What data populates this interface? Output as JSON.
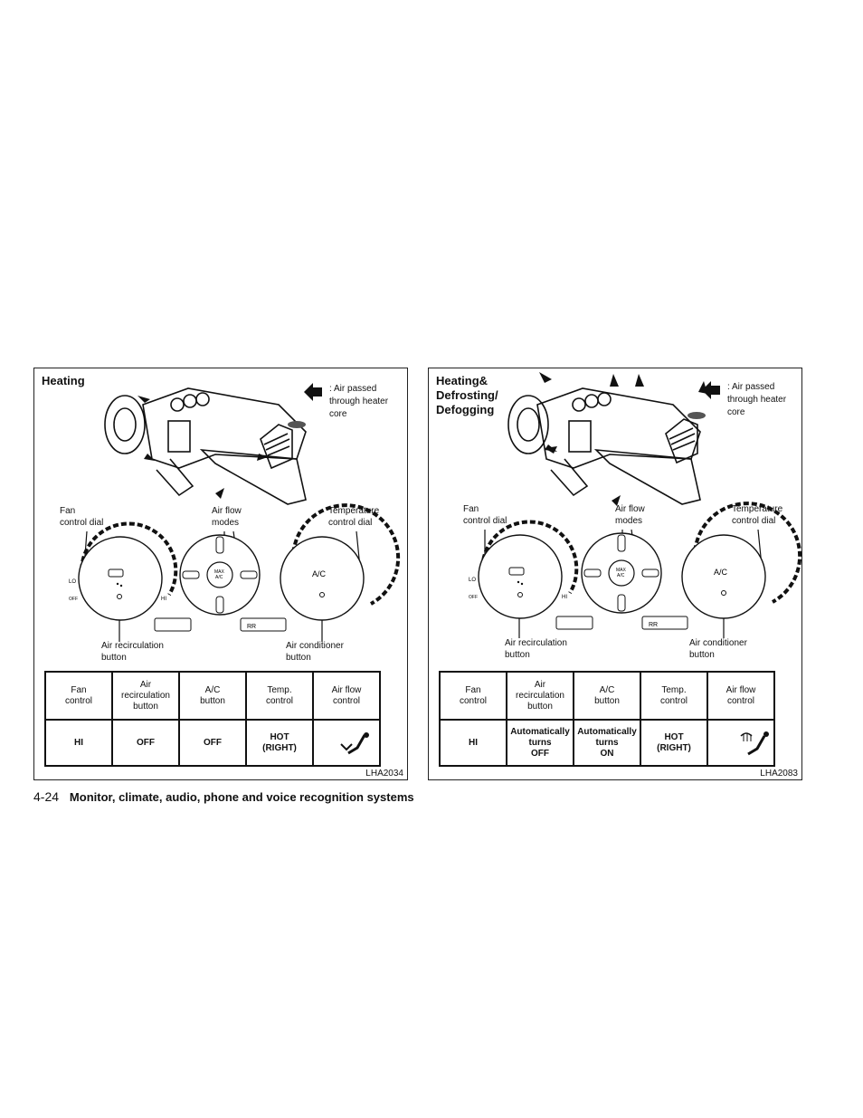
{
  "panels": [
    {
      "title": "Heating",
      "legend": ": Air passed\nthrough heater\ncore",
      "labels": {
        "fan_dial": "Fan\ncontrol dial",
        "air_flow_modes": "Air flow\nmodes",
        "temp_dial": "Temperature\ncontrol dial",
        "recirc_button": "Air recirculation\nbutton",
        "ac_button": "Air conditioner\nbutton",
        "lo": "LO",
        "off": "OFF",
        "hi": "HI",
        "max_ac": "MAX\nA/C",
        "ac": "A/C",
        "rr": "RR"
      },
      "table": {
        "headers": [
          "Fan\ncontrol",
          "Air\nrecirculation\nbutton",
          "A/C\nbutton",
          "Temp.\ncontrol",
          "Air flow\ncontrol"
        ],
        "values": [
          "HI",
          "OFF",
          "OFF",
          "HOT\n(RIGHT)",
          ""
        ]
      },
      "airflow_icon": "foot-vent-icon",
      "code": "LHA2034"
    },
    {
      "title": "Heating&\nDefrosting/\nDefogging",
      "legend": ": Air passed\nthrough heater\ncore",
      "labels": {
        "fan_dial": "Fan\ncontrol dial",
        "air_flow_modes": "Air flow\nmodes",
        "temp_dial": "Temperature\ncontrol dial",
        "recirc_button": "Air recirculation\nbutton",
        "ac_button": "Air conditioner\nbutton",
        "lo": "LO",
        "off": "OFF",
        "hi": "HI",
        "max_ac": "MAX\nA/C",
        "ac": "A/C",
        "rr": "RR"
      },
      "table": {
        "headers": [
          "Fan\ncontrol",
          "Air\nrecirculation\nbutton",
          "A/C\nbutton",
          "Temp.\ncontrol",
          "Air flow\ncontrol"
        ],
        "values": [
          "HI",
          "Automatically\nturns\nOFF",
          "Automatically\nturns\nON",
          "HOT\n(RIGHT)",
          ""
        ]
      },
      "airflow_icon": "defrost-foot-vent-icon",
      "code": "LHA2083"
    }
  ],
  "footer": {
    "page_number": "4-24",
    "section": "Monitor, climate, audio, phone and voice recognition systems"
  }
}
